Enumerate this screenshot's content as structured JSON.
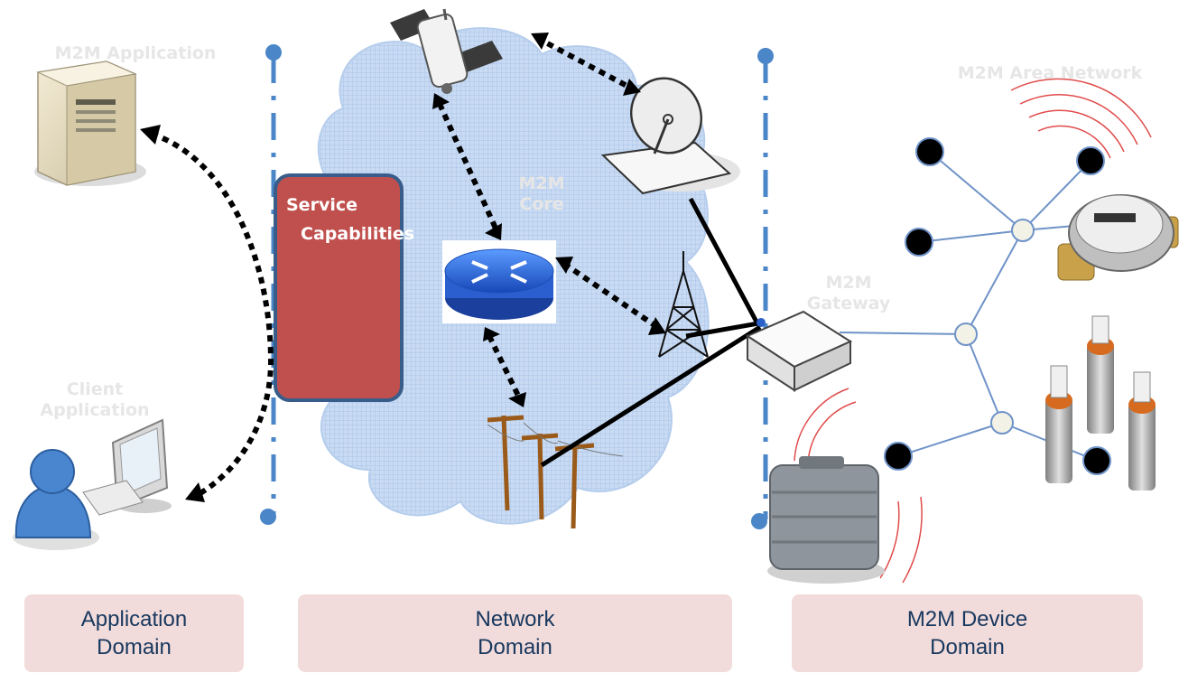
{
  "labels": {
    "m2m_application": "M2M Application",
    "client_application": "Client\nApplication",
    "m2m_core": "M2M\nCore",
    "m2m_gateway": "M2M\nGateway",
    "m2m_area_network": "M2M Area Network",
    "service_line1": "Service",
    "service_line2": "Capabilities"
  },
  "domains": {
    "application": "Application\nDomain",
    "network": "Network\nDomain",
    "device": "M2M Device\nDomain"
  },
  "colors": {
    "domain_box": "#f2dcdb",
    "domain_text": "#17375e",
    "service_box": "#c0504d",
    "service_border": "#385d8a",
    "divider": "#4a86c8",
    "cloud": "#c6d9f1",
    "router": "#2f6fd9",
    "faint_label": "#e6e6e6"
  }
}
